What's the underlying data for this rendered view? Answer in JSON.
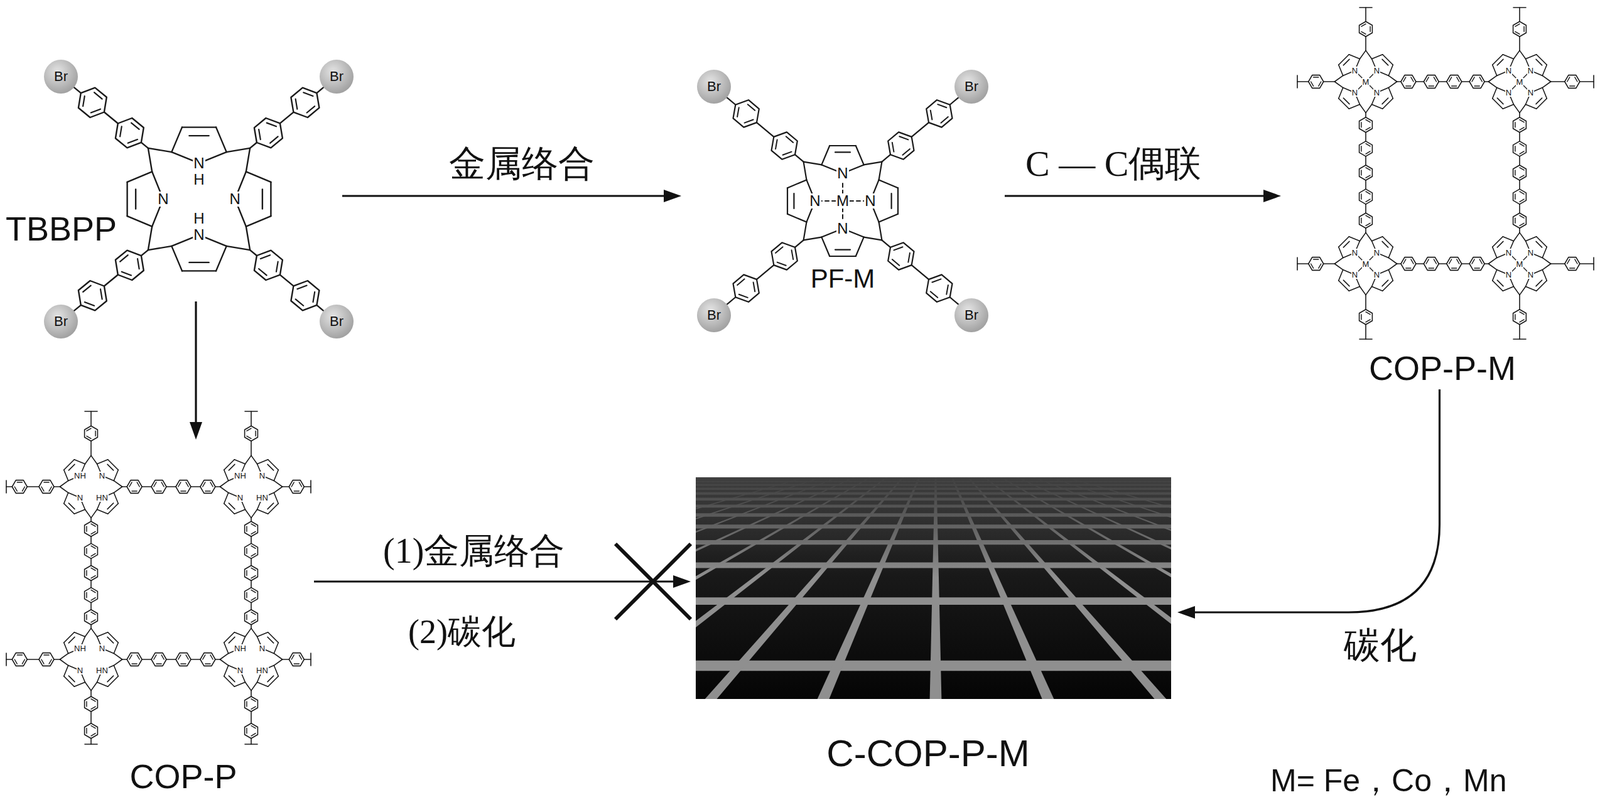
{
  "diagram": {
    "nodes": [
      {
        "text": [
          "TBBPP"
        ]
      },
      {
        "text": [
          "PF-M"
        ]
      },
      {
        "text": [
          "COP-P-M"
        ]
      },
      {
        "text": [
          "COP-P"
        ]
      },
      {
        "text": [
          "C-COP-P-M"
        ]
      }
    ],
    "edges": [
      {
        "from": 0,
        "to": 1,
        "label": "金属络合",
        "arrow": "to"
      },
      {
        "from": 1,
        "to": 2,
        "label": "C — C偶联",
        "arrow": "to"
      },
      {
        "from": 0,
        "to": 3,
        "arrow": "to"
      },
      {
        "from": 3,
        "to": 4,
        "label": "(1)金属络合",
        "arrow": "to"
      },
      {
        "from": 2,
        "to": 4,
        "label": "碳化",
        "arrow": "to"
      }
    ],
    "labels": [
      "Br",
      "Br",
      "Br",
      "Br",
      "N",
      "H",
      "N",
      "N",
      "H",
      "N",
      "Br",
      "Br",
      "Br",
      "Br",
      "N",
      "N",
      "M",
      "N",
      "N",
      "N",
      "N",
      "M",
      "N",
      "N",
      "N",
      "N",
      "M",
      "N",
      "N",
      "N",
      "N",
      "M",
      "N",
      "N",
      "N",
      "N",
      "M",
      "N",
      "N",
      "NH",
      "N",
      "N",
      "HN",
      "NH",
      "N",
      "N",
      "HN",
      "NH",
      "N",
      "N",
      "HN",
      "NH",
      "N",
      "N",
      "HN",
      "(2)碳化",
      "M= Fe，Co，Mn"
    ]
  }
}
